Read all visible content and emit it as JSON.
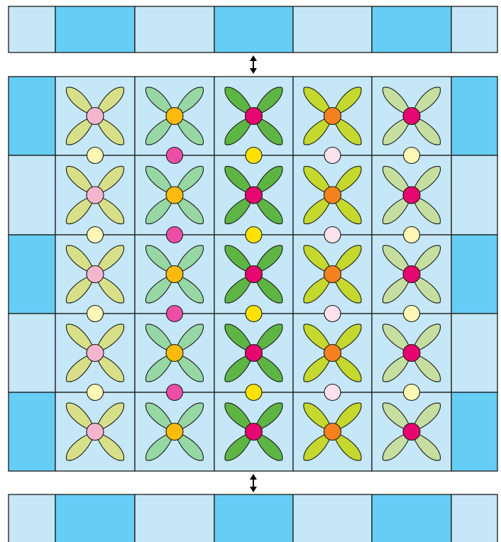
{
  "colors": {
    "background": "#ffffff",
    "outline": "#1a1a1a",
    "light_blue": "#c5e7f7",
    "bright_blue": "#66cdf4",
    "block_background": "#c5e7f7"
  },
  "border_strips": {
    "top": [
      "light_blue",
      "bright_blue",
      "light_blue",
      "bright_blue",
      "light_blue",
      "bright_blue",
      "light_blue"
    ],
    "bottom": [
      "light_blue",
      "bright_blue",
      "light_blue",
      "bright_blue",
      "light_blue",
      "bright_blue",
      "light_blue"
    ],
    "left": [
      "bright_blue",
      "light_blue",
      "bright_blue",
      "light_blue",
      "bright_blue"
    ],
    "right": [
      "bright_blue",
      "light_blue",
      "bright_blue",
      "light_blue",
      "bright_blue"
    ]
  },
  "flower_columns": [
    {
      "petal": "#d7e088",
      "center": "#f4b6cf",
      "small_dot": "#fdf7b6"
    },
    {
      "petal": "#96d7a4",
      "center": "#fbbb0c",
      "small_dot": "#ec4ea6"
    },
    {
      "petal": "#5eb544",
      "center": "#e5066f",
      "small_dot": "#fde204"
    },
    {
      "petal": "#c4d82d",
      "center": "#f5821f",
      "small_dot": "#fbe2ec"
    },
    {
      "petal": "#c6dfa1",
      "center": "#e5066f",
      "small_dot": "#fdf7b6"
    }
  ],
  "flower_rows": 5,
  "connector_arrows": [
    "top-to-center",
    "center-to-bottom"
  ]
}
